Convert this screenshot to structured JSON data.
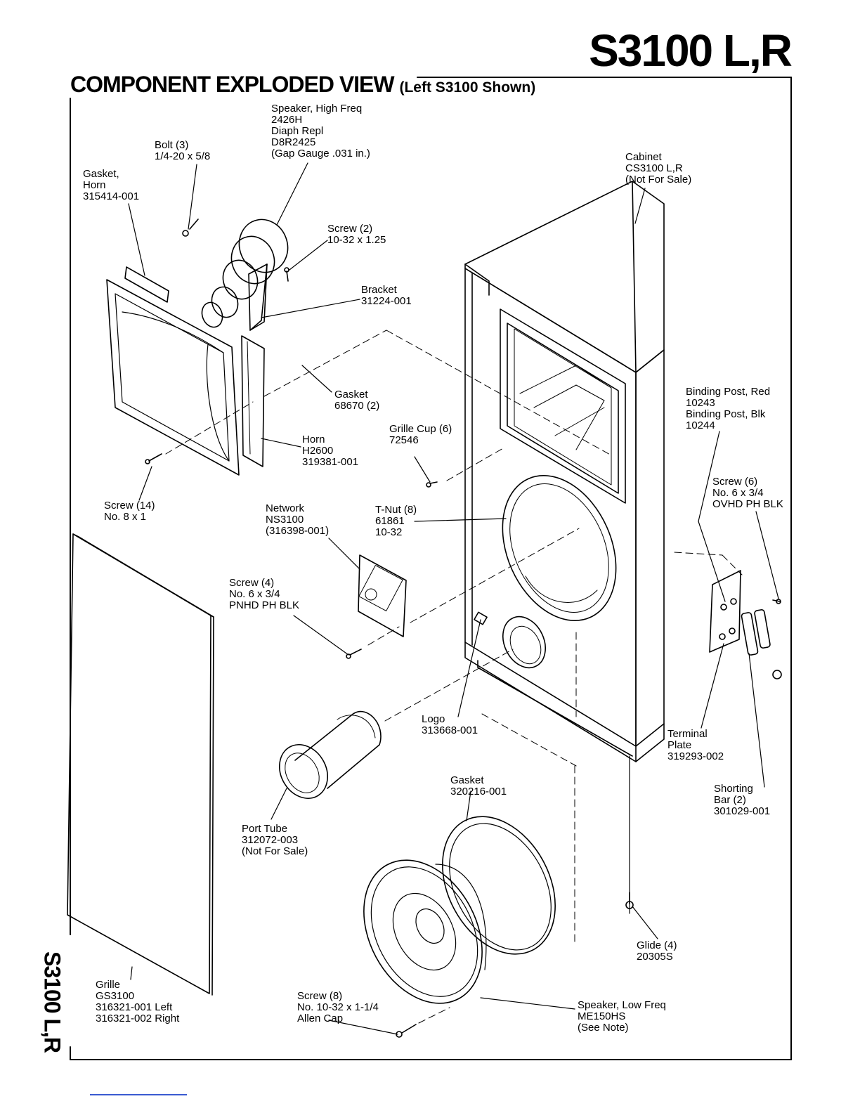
{
  "header": {
    "model": "S3100 L,R",
    "view_title": "COMPONENT EXPLODED VIEW",
    "view_subtitle": "(Left S3100 Shown)",
    "side_title": "S3100 L,R"
  },
  "callouts": {
    "speaker_high": [
      "Speaker, High Freq",
      "2426H",
      "Diaph Repl",
      "D8R2425",
      "(Gap Gauge .031 in.)"
    ],
    "bolt": [
      "Bolt (3)",
      "1/4-20 x 5/8"
    ],
    "gasket_horn": [
      "Gasket,",
      "Horn",
      "315414-001"
    ],
    "cabinet": [
      "Cabinet",
      "CS3100 L,R",
      "(Not For Sale)"
    ],
    "screw_2": [
      "Screw (2)",
      "10-32 x 1.25"
    ],
    "bracket": [
      "Bracket",
      "31224-001"
    ],
    "gasket_68670": [
      "Gasket",
      "68670 (2)"
    ],
    "grille_cup": [
      "Grille Cup (6)",
      "72546"
    ],
    "horn": [
      "Horn",
      "H2600",
      "319381-001"
    ],
    "binding_post": [
      "Binding Post, Red",
      "10243",
      "Binding Post, Blk",
      "10244"
    ],
    "screw_6": [
      "Screw (6)",
      "No. 6 x 3/4",
      "OVHD PH BLK"
    ],
    "screw_14": [
      "Screw (14)",
      "No. 8 x 1"
    ],
    "network": [
      "Network",
      "NS3100",
      "(316398-001)"
    ],
    "t_nut": [
      "T-Nut (8)",
      "61861",
      "10-32"
    ],
    "screw_4": [
      "Screw (4)",
      "No. 6 x 3/4",
      "PNHD PH BLK"
    ],
    "logo": [
      "Logo",
      "313668-001"
    ],
    "terminal_plate": [
      "Terminal",
      "Plate",
      "319293-002"
    ],
    "gasket_320216": [
      "Gasket",
      "320216-001"
    ],
    "shorting_bar": [
      "Shorting",
      "Bar (2)",
      "301029-001"
    ],
    "port_tube": [
      "Port Tube",
      "312072-003",
      "(Not For Sale)"
    ],
    "glide": [
      "Glide (4)",
      "20305S"
    ],
    "grille": [
      "Grille",
      "GS3100",
      "316321-001 Left",
      "316321-002 Right"
    ],
    "screw_8": [
      "Screw (8)",
      "No. 10-32 x 1-1/4",
      "Allen Cap"
    ],
    "speaker_low": [
      "Speaker, Low Freq",
      "ME150HS",
      "(See Note)"
    ]
  }
}
